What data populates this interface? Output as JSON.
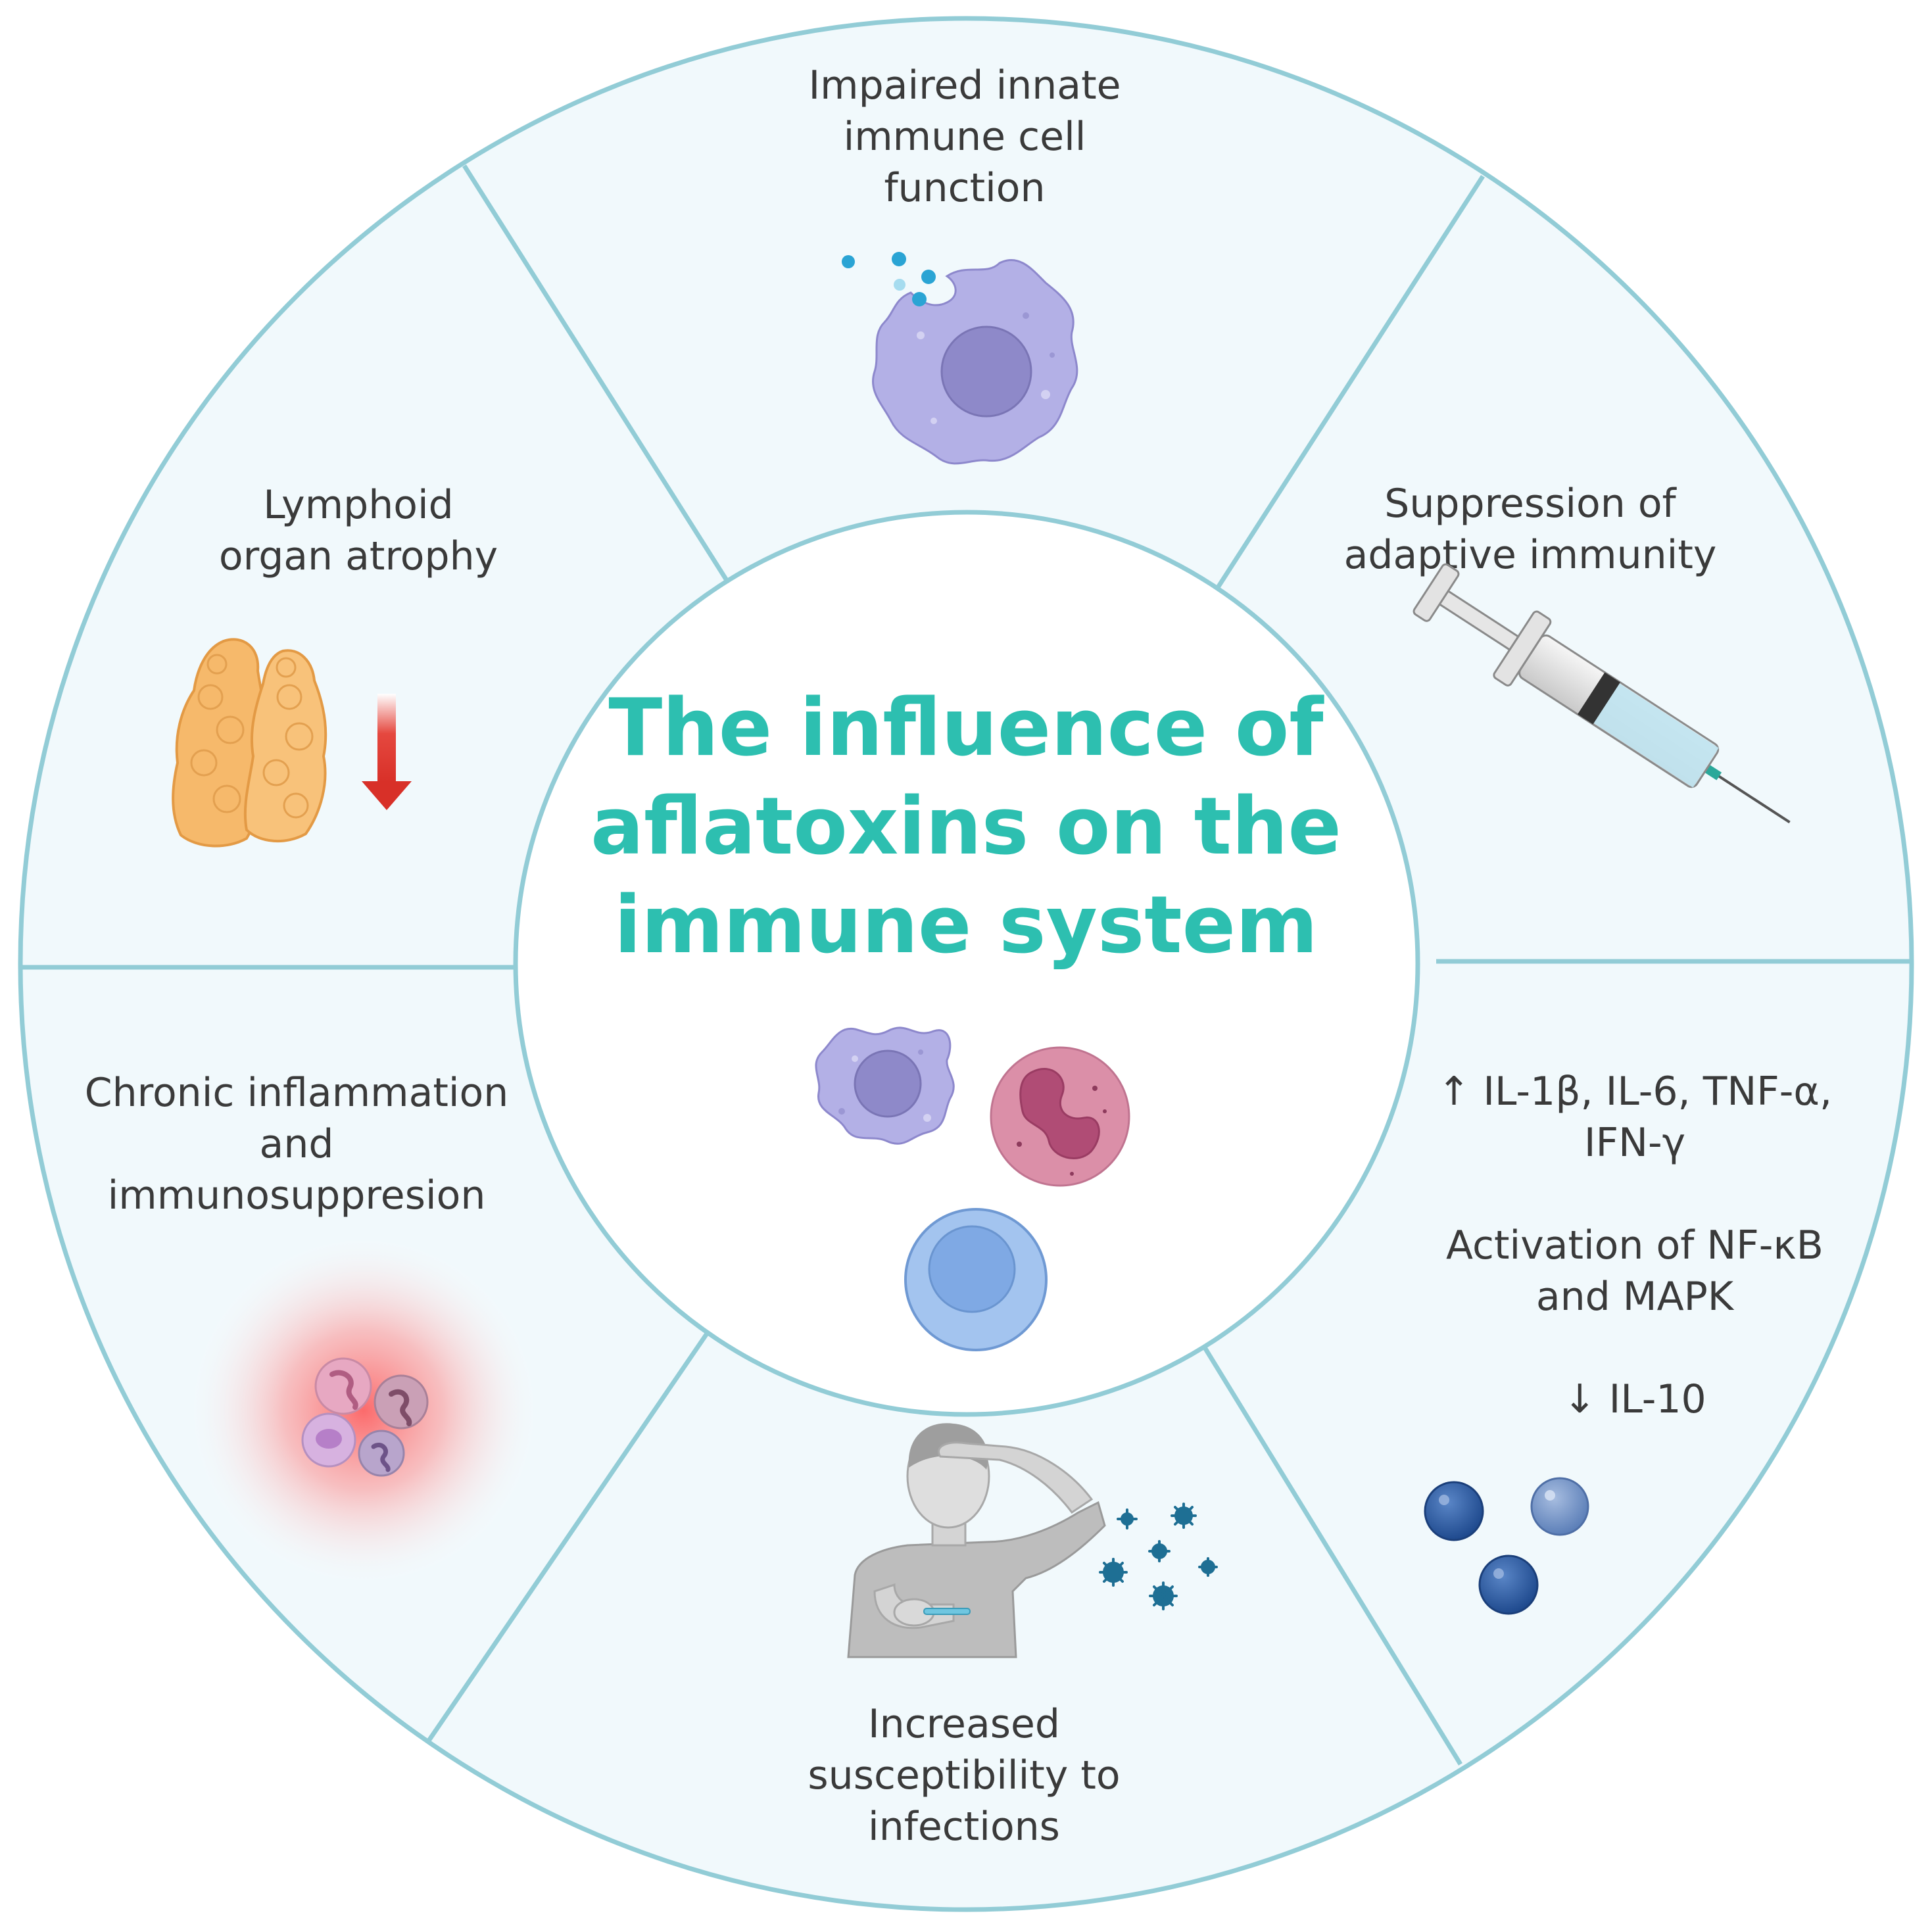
{
  "colors": {
    "ring_stroke": "#92ccd6",
    "ring_fill": "#f1f9fc",
    "center_fill": "#ffffff",
    "title": "#2dbfb0",
    "text": "#3a3a3a"
  },
  "title": {
    "line1": "The influence of",
    "line2": "aflatoxins on the",
    "line3": "immune system"
  },
  "segments": {
    "top": {
      "line1": "Impaired innate",
      "line2": "immune cell",
      "line3": "function",
      "icon": "macrophage-icon"
    },
    "upper_right": {
      "line1": "Suppression of",
      "line2": "adaptive immunity",
      "icon": "syringe-icon"
    },
    "lower_right": {
      "line1": "↑ IL-1β, IL-6, TNF-α,",
      "line2": "IFN-γ",
      "line3": "Activation of NF-κB",
      "line4": "and MAPK",
      "line5": "↓ IL-10",
      "icon": "cytokine-spheres-icon"
    },
    "bottom": {
      "line1": "Increased",
      "line2": "susceptibility to",
      "line3": "infections",
      "icon": "sick-person-icon"
    },
    "lower_left": {
      "line1": "Chronic inflammation",
      "line2": "and",
      "line3": "immunosuppresion",
      "icon": "inflamed-cells-icon"
    },
    "upper_left": {
      "line1": "Lymphoid",
      "line2": "organ atrophy",
      "icon": "thymus-icon"
    }
  },
  "center_icons": [
    "macrophage-icon",
    "neutrophil-icon",
    "lymphocyte-icon"
  ]
}
